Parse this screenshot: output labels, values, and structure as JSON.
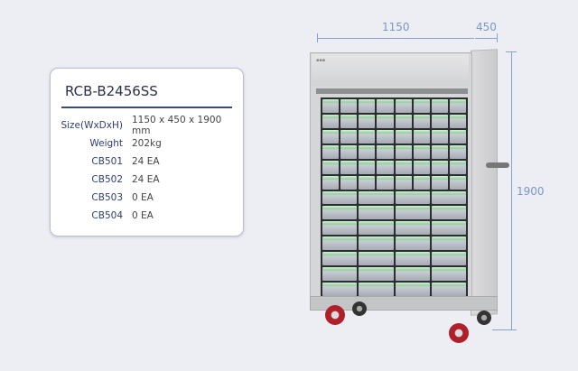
{
  "product": {
    "model": "RCB-B2456SS",
    "specs": [
      {
        "label": "Size(WxDxH)",
        "value": "1150 x 450 x 1900 mm"
      },
      {
        "label": "Weight",
        "value": "202kg"
      },
      {
        "label": "CB501",
        "value": "24 EA"
      },
      {
        "label": "CB502",
        "value": "24 EA"
      },
      {
        "label": "CB503",
        "value": "0 EA"
      },
      {
        "label": "CB504",
        "value": "0 EA"
      }
    ]
  },
  "dimensions": {
    "width": "1150",
    "depth": "450",
    "height": "1900"
  },
  "colors": {
    "accent": "#3c4a78",
    "dimension": "#7d95c4",
    "wheel": "#b0202a"
  }
}
